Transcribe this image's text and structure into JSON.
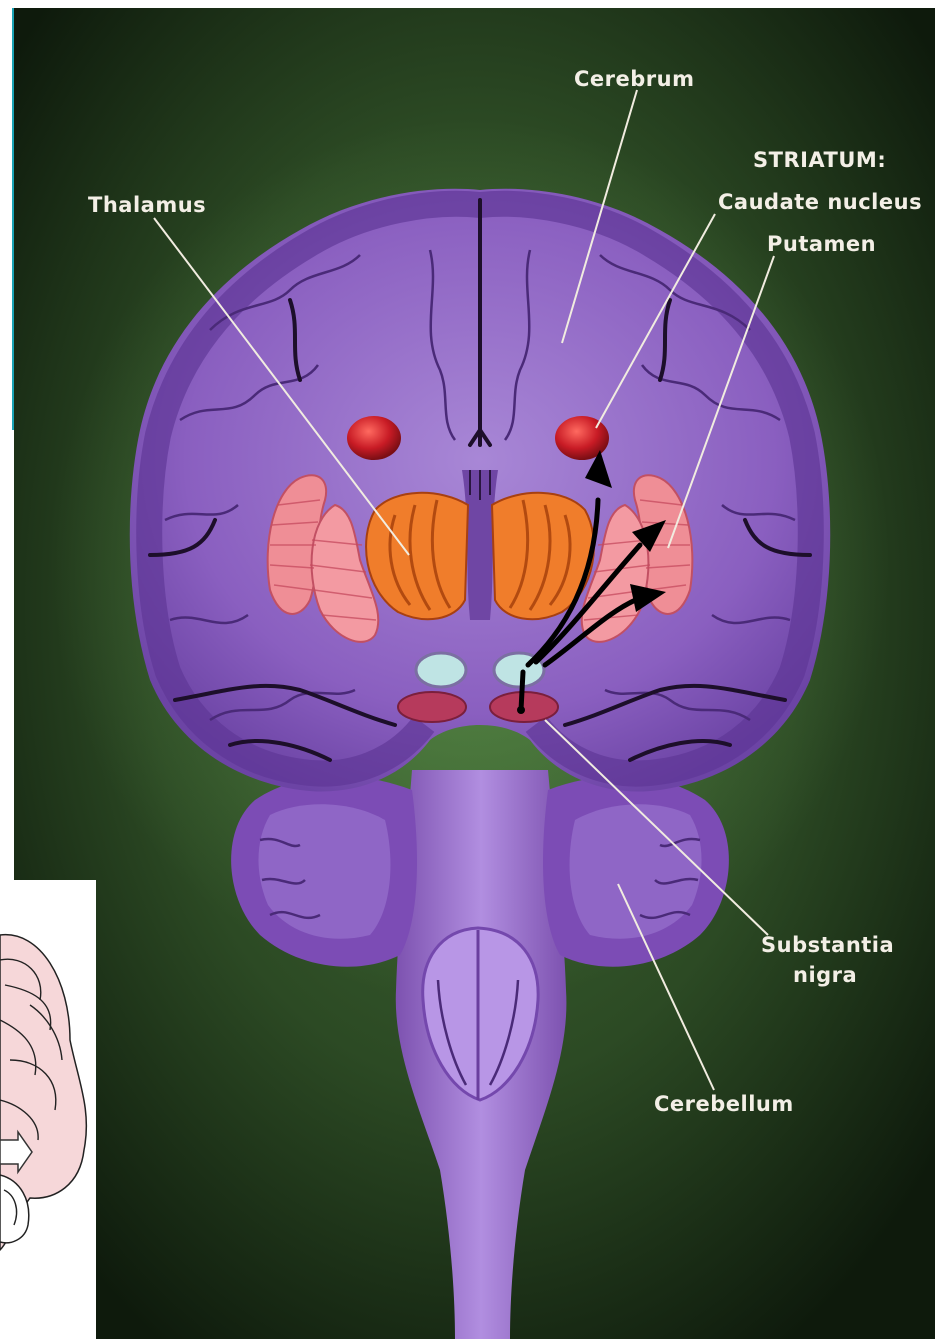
{
  "labels": {
    "cerebrum": "Cerebrum",
    "striatum": "STRIATUM:",
    "caudate": "Caudate nucleus",
    "putamen": "Putamen",
    "thalamus": "Thalamus",
    "substantia_1": "Substantia",
    "substantia_2": "nigra",
    "cerebellum": "Cerebellum"
  },
  "colors": {
    "background": "#2f4a26",
    "brain": "#8356b7",
    "white_matter": "#a07fd0",
    "cortex": "#6b3fa3",
    "thalamus": "#e8772a",
    "striatum": "#ef8e96",
    "caudate": "#c51d27",
    "substantia_nigra": "#b63a5c",
    "marker": "#bfe4e4",
    "arrow": "#000000"
  },
  "icons": [
    "pathway-arrow",
    "midbrain-marker",
    "brain-inset-thumbnail"
  ]
}
